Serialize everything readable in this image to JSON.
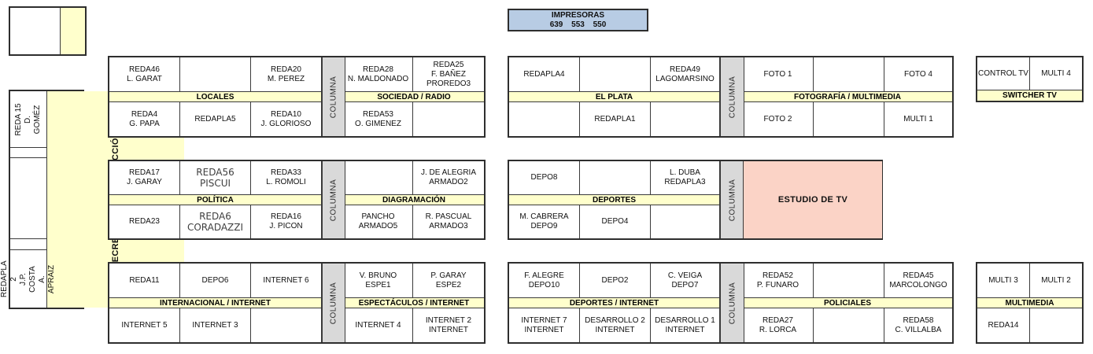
{
  "printer": {
    "name": "IMPRESORAS",
    "numbers": "639 553 550"
  },
  "left_column": {
    "bar_label": "SECRETARIOS DE REDACCIÓN",
    "top_desk": "REDA 15\nD. GOMÉZ",
    "bottom_desk": "REDAPLA 2\nJ.P. COSTA\nA. APRAIZ"
  },
  "column_label": "COLUMNA",
  "tv_studio_label": "ESTUDIO DE TV",
  "colors": {
    "header_yellow": "#ffffcc",
    "column_gray": "#d9d9d9",
    "printer_blue": "#b8cce4",
    "studio_pink": "#fbd3c6",
    "border_dark": "#2e2e2e"
  },
  "sections": {
    "locales": {
      "header": "LOCALES",
      "top": [
        "REDA46\nL. GARAT",
        "",
        "REDA20\nM. PEREZ"
      ],
      "bottom": [
        "REDA4\nG. PAPA",
        "REDAPLA5",
        "REDA10\nJ. GLORIOSO"
      ]
    },
    "sociedad": {
      "header": "SOCIEDAD / RADIO",
      "top": [
        "REDA28\nN. MALDONADO",
        "REDA25\nF. BAÑEZ\nPROREDO3"
      ],
      "bottom": [
        "REDA53\nO. GIMENEZ",
        ""
      ]
    },
    "elplata": {
      "header": "EL PLATA",
      "top": [
        "REDAPLA4",
        "",
        "REDA49\nLAGOMARSINO"
      ],
      "bottom": [
        "",
        "REDAPLA1",
        ""
      ]
    },
    "fotografia": {
      "header": "FOTOGRAFÍA / MULTIMEDIA",
      "top": [
        "FOTO 1",
        "",
        "FOTO 4"
      ],
      "bottom": [
        "FOTO 2",
        "",
        "MULTI 1"
      ]
    },
    "switcher": {
      "header": "SWITCHER TV",
      "top": [
        "CONTROL TV",
        "MULTI 4"
      ]
    },
    "politica": {
      "header": "POLÍTICA",
      "top": [
        "REDA17\nJ. GARAY",
        "REDA56\nPISCUI",
        "REDA33\nL. ROMOLI"
      ],
      "bottom": [
        "REDA23",
        "REDA6\nCORADAZZI",
        "REDA16\nJ. PICON"
      ]
    },
    "diagramacion": {
      "header": "DIAGRAMACIÓN",
      "top": [
        "",
        "J. DE ALEGRIA\nARMADO2"
      ],
      "bottom": [
        "PANCHO\nARMADO5",
        "R. PASCUAL\nARMADO3"
      ]
    },
    "deportes": {
      "header": "DEPORTES",
      "top": [
        "DEPO8",
        "",
        "L. DUBA\nREDAPLA3"
      ],
      "bottom": [
        "M. CABRERA\nDEPO9",
        "DEPO4",
        ""
      ]
    },
    "internacional": {
      "header": "INTERNACIONAL / INTERNET",
      "top": [
        "REDA11",
        "DEPO6",
        "INTERNET 6"
      ],
      "bottom": [
        "INTERNET 5",
        "INTERNET 3",
        ""
      ]
    },
    "espectaculos": {
      "header": "ESPECTÁCULOS / INTERNET",
      "top": [
        "V. BRUNO\nESPE1",
        "P. GARAY\nESPE2"
      ],
      "bottom": [
        "INTERNET 4",
        "INTERNET 2\nINTERNET"
      ]
    },
    "deportes_internet": {
      "header": "DEPORTES / INTERNET",
      "top": [
        "F. ALEGRE\nDEPO10",
        "DEPO2",
        "C. VEIGA\nDEPO7"
      ],
      "bottom": [
        "INTERNET 7\nINTERNET",
        "DESARROLLO 2\nINTERNET",
        "DESARROLLO 1\nINTERNET"
      ]
    },
    "policiales": {
      "header": "POLICIALES",
      "top": [
        "REDA52\nP. FUNARO",
        "",
        "REDA45\nMARCOLONGO"
      ],
      "bottom": [
        "REDA27\nR. LORCA",
        "",
        "REDA58\nC. VILLALBA"
      ]
    },
    "multimedia": {
      "header": "MULTIMEDIA",
      "top": [
        "MULTI 3",
        "MULTI 2"
      ],
      "bottom": [
        "REDA14",
        ""
      ]
    }
  }
}
